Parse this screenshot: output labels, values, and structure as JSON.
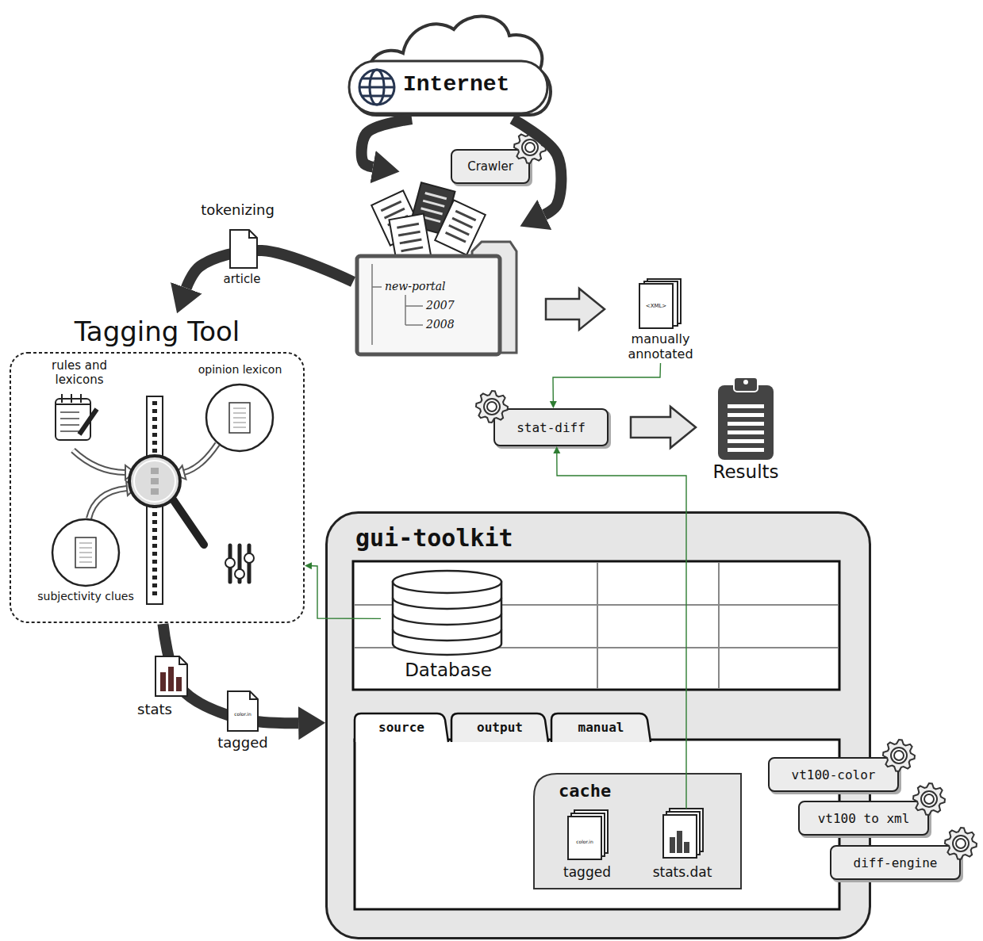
{
  "diagram": {
    "nodes": [
      {
        "text": [
          "Internet"
        ]
      },
      {
        "text": [
          "Crawler"
        ]
      },
      {
        "text": [
          "new-portal",
          "2007",
          "2008"
        ]
      },
      {
        "text": [
          "Tagging Tool"
        ]
      },
      {
        "text": [
          "opinion lexicon"
        ],
        "in": 3
      },
      {
        "text": [
          "subjectivity clues"
        ],
        "in": 3
      },
      {
        "text": [
          "<XML>",
          "manually annotated"
        ]
      },
      {
        "text": [
          "stat-diff"
        ]
      },
      {
        "text": [
          "Results"
        ]
      },
      {
        "text": [
          "gui-toolkit"
        ]
      },
      {
        "text": [
          "Database"
        ],
        "in": 9
      },
      {
        "text": [
          "source"
        ],
        "in": 9
      },
      {
        "text": [
          "output"
        ],
        "in": 9
      },
      {
        "text": [
          "manual"
        ],
        "in": 9
      },
      {
        "text": [
          "cache"
        ],
        "in": 9
      },
      {
        "text": [
          "color.in",
          "tagged"
        ],
        "in": 14
      },
      {
        "text": [
          "stats.dat"
        ],
        "in": 14
      },
      {
        "text": [
          "vt100-color"
        ]
      },
      {
        "text": [
          "vt100 to xml"
        ]
      },
      {
        "text": [
          "diff-engine"
        ]
      }
    ],
    "edges": [
      {
        "from": 0,
        "to": 2,
        "arrow": "to"
      },
      {
        "from": 0,
        "to": 2,
        "arrow": "to"
      },
      {
        "from": 2,
        "to": 3,
        "label": "tokenizing",
        "arrow": "to"
      },
      {
        "from": 2,
        "to": 6,
        "arrow": "to"
      },
      {
        "from": 6,
        "to": 7,
        "arrow": "to"
      },
      {
        "from": 16,
        "to": 7,
        "arrow": "to"
      },
      {
        "from": 7,
        "to": 8,
        "arrow": "to"
      },
      {
        "from": 10,
        "to": 3,
        "arrow": "to"
      },
      {
        "from": 3,
        "to": 9,
        "arrow": "to"
      }
    ],
    "labels": [
      "article",
      "rules and lexicons",
      "stats",
      "color.in",
      "tagged"
    ]
  }
}
